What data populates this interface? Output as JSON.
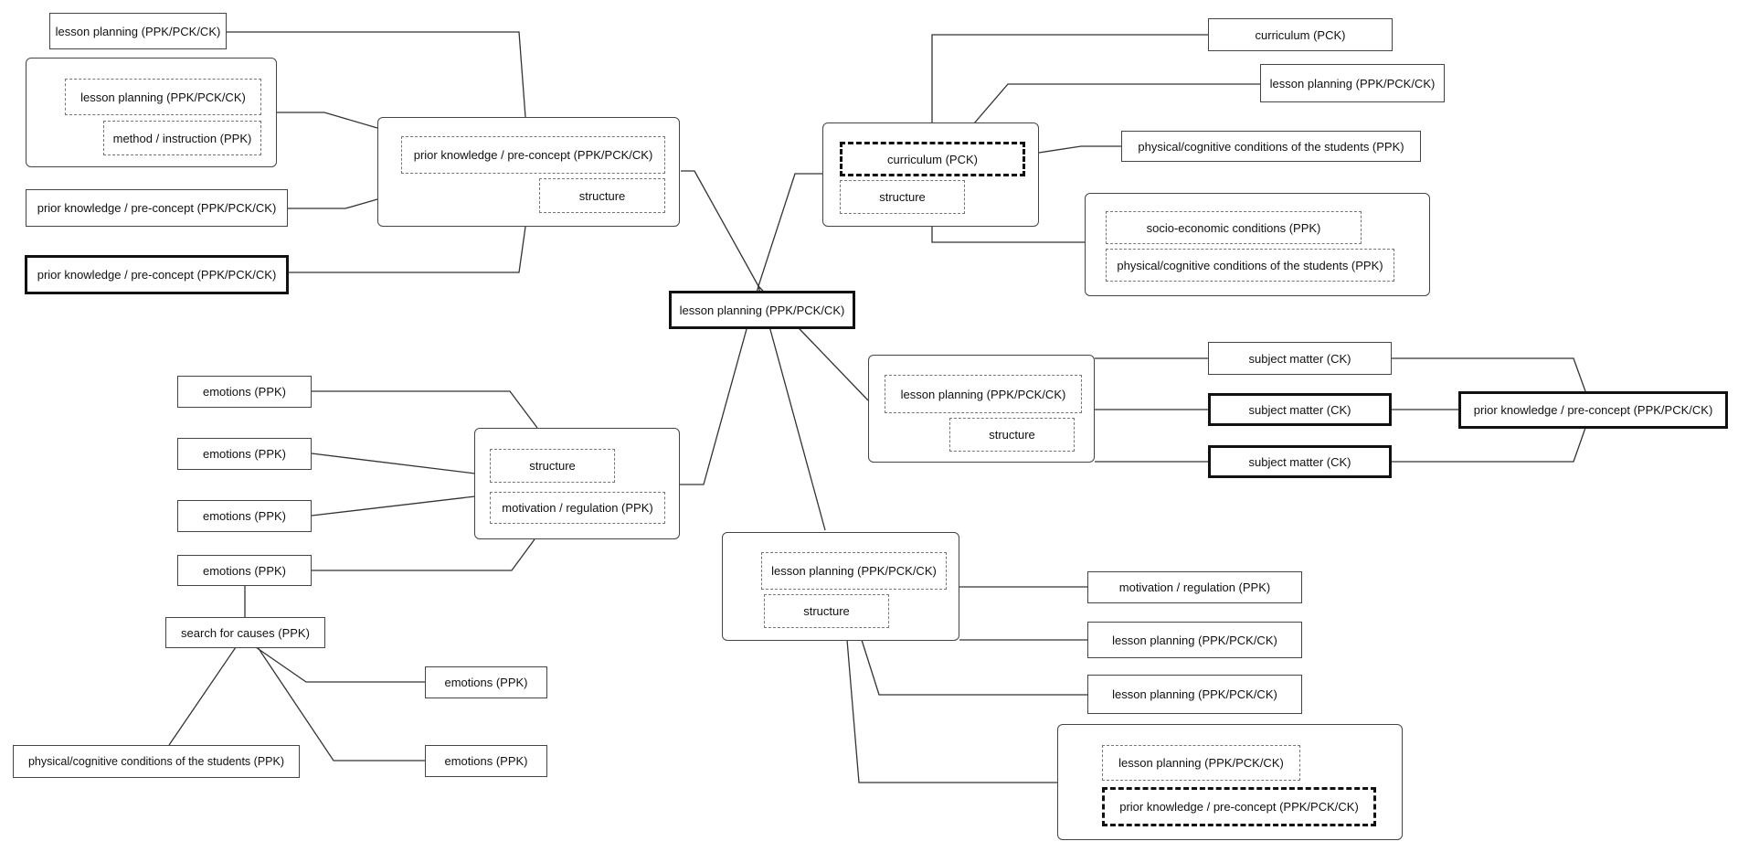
{
  "center": "lesson planning (PPK/PCK/CK)",
  "top_left": {
    "item1": "lesson planning (PPK/PCK/CK)",
    "group_a": [
      "lesson planning (PPK/PCK/CK)",
      "method / instruction (PPK)"
    ],
    "item2": "prior knowledge / pre-concept (PPK/PCK/CK)",
    "item3": "prior knowledge / pre-concept (PPK/PCK/CK)",
    "hub": [
      "prior knowledge / pre-concept (PPK/PCK/CK)",
      "structure"
    ]
  },
  "top_right": {
    "hub": [
      "curriculum (PCK)",
      "structure"
    ],
    "item1": "curriculum (PCK)",
    "item2": "lesson planning (PPK/PCK/CK)",
    "item3": "physical/cognitive conditions of the students (PPK)",
    "group_b": [
      "socio-economic conditions (PPK)",
      "physical/cognitive conditions of the students (PPK)"
    ]
  },
  "mid_right": {
    "hub": [
      "lesson planning (PPK/PCK/CK)",
      "structure"
    ],
    "sm1": "subject matter (CK)",
    "sm2": "subject matter (CK)",
    "sm3": "subject matter (CK)",
    "pk": "prior knowledge / pre-concept (PPK/PCK/CK)"
  },
  "bottom_right": {
    "hub": [
      "lesson planning (PPK/PCK/CK)",
      "structure"
    ],
    "item1": "motivation / regulation (PPK)",
    "item2": "lesson planning (PPK/PCK/CK)",
    "item3": "lesson planning (PPK/PCK/CK)",
    "group_c": [
      "lesson planning (PPK/PCK/CK)",
      "prior knowledge / pre-concept (PPK/PCK/CK)"
    ]
  },
  "bottom_left": {
    "hub": [
      "structure",
      "motivation / regulation (PPK)"
    ],
    "emo1": "emotions (PPK)",
    "emo2": "emotions (PPK)",
    "emo3": "emotions (PPK)",
    "emo4": "emotions (PPK)",
    "search": "search for causes (PPK)",
    "emo5": "emotions (PPK)",
    "emo6": "emotions (PPK)",
    "phys": "physical/cognitive conditions of the students (PPK)"
  }
}
